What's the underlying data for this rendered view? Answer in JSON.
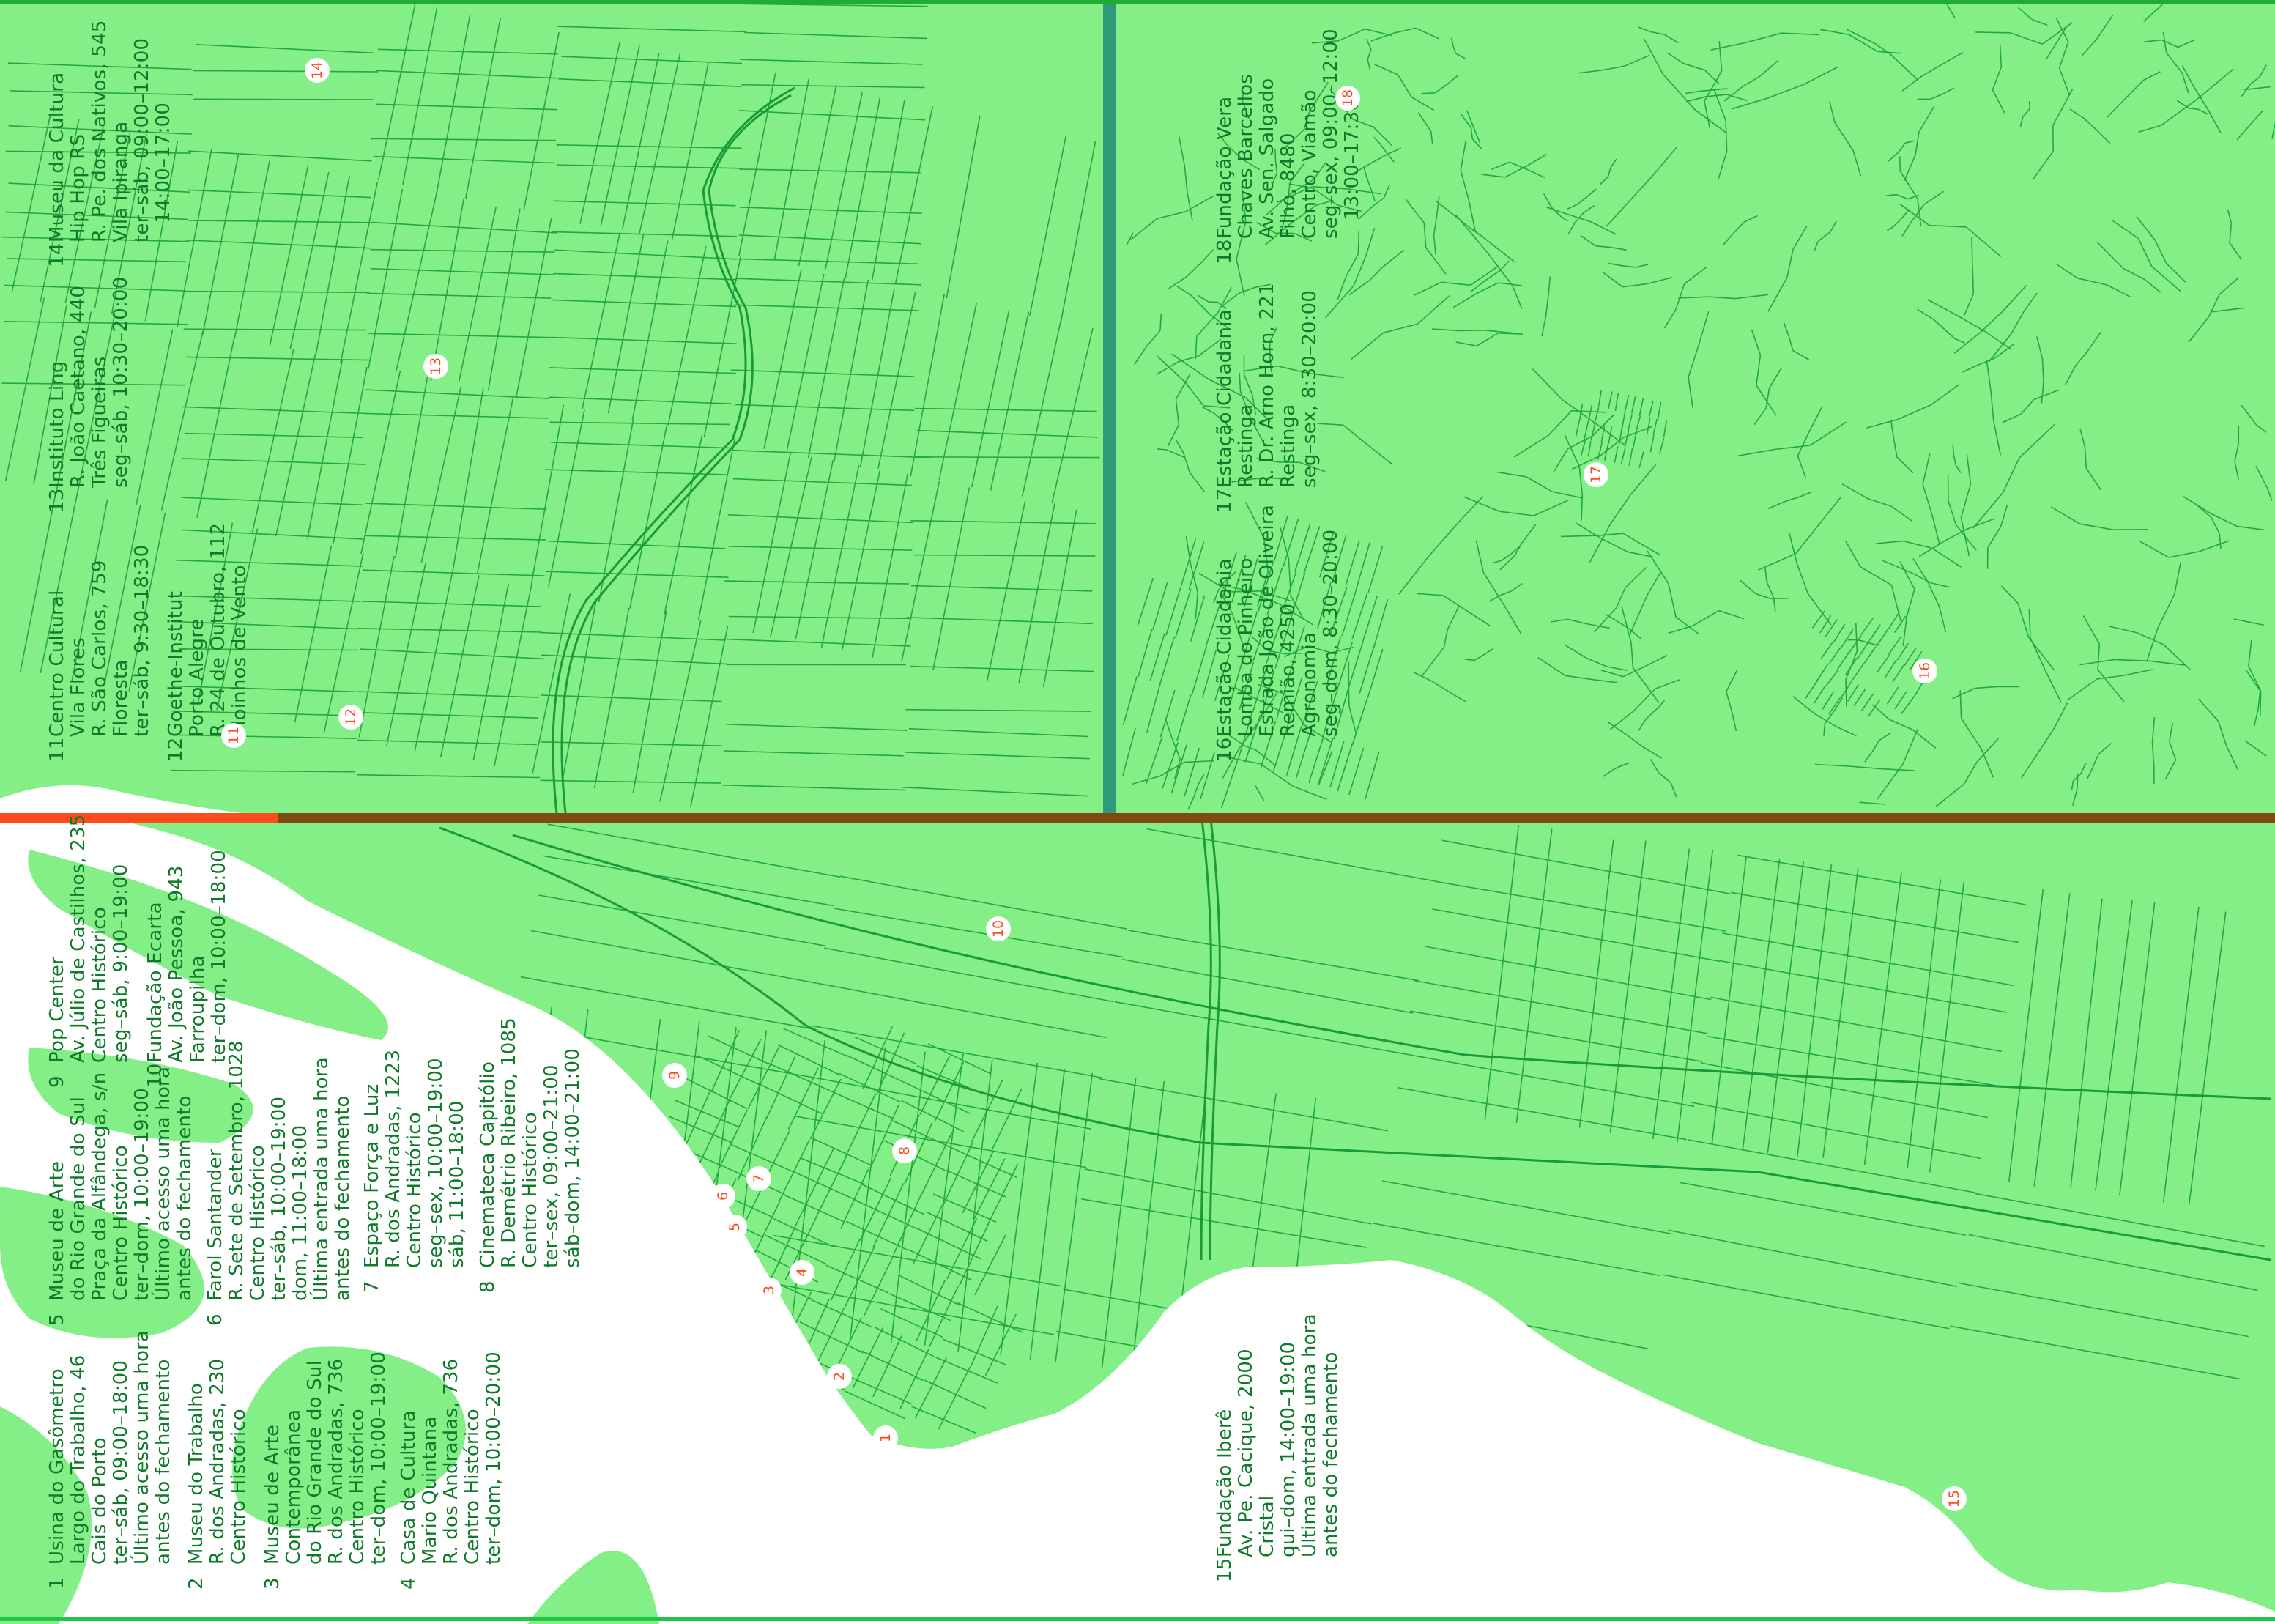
{
  "colors": {
    "land": "#84ef87",
    "water": "#ffffff",
    "streets": "#19a03a",
    "text": "#0f7a2a",
    "marker_text": "#ff4a1c",
    "marker_bg": "#ffffff",
    "band_horizontal": "#7e4a12",
    "band_horizontal_accent": "#ff4a1c",
    "band_vertical": "#2e9a7a",
    "frame": "#22aa33"
  },
  "markers": [
    "1",
    "2",
    "3",
    "4",
    "5",
    "6",
    "7",
    "8",
    "9",
    "10",
    "11",
    "12",
    "13",
    "14",
    "15",
    "16",
    "17",
    "18"
  ],
  "venues": [
    {
      "n": "1",
      "lines": [
        "Usina do Gasômetro",
        "Largo do Trabalho, 46",
        "Cais do Porto",
        "ter–sáb, 09:00–18:00",
        "Último acesso uma hora",
        "antes do fechamento"
      ]
    },
    {
      "n": "2",
      "lines": [
        "Museu do Trabalho",
        "R. dos Andradas, 230",
        "Centro Histórico"
      ]
    },
    {
      "n": "3",
      "lines": [
        "Museu de Arte",
        "Contemporânea",
        "do Rio Grande do Sul",
        "R. dos Andradas, 736",
        "Centro Histórico",
        "ter–dom, 10:00–19:00"
      ]
    },
    {
      "n": "4",
      "lines": [
        "Casa de Cultura",
        "Mario Quintana",
        "R. dos Andradas, 736",
        "Centro Histórico",
        "ter–dom, 10:00–20:00"
      ]
    },
    {
      "n": "5",
      "lines": [
        "Museu de Arte",
        "do Rio Grande do Sul",
        "Praça da Alfândega, s/n",
        "Centro Histórico",
        "ter–dom, 10:00–19:00",
        "Último acesso uma hora",
        "antes do fechamento"
      ]
    },
    {
      "n": "6",
      "lines": [
        "Farol Santander",
        "R. Sete de Setembro, 1028",
        "Centro Histórico",
        "ter–sáb, 10:00–19:00",
        "dom, 11:00–18:00",
        "Última entrada uma hora",
        "antes do fechamento"
      ]
    },
    {
      "n": "7",
      "lines": [
        "Espaço Força e Luz",
        "R. dos Andradas, 1223",
        "Centro Histórico",
        "seg–sex, 10:00–19:00",
        "sáb, 11:00–18:00"
      ]
    },
    {
      "n": "8",
      "lines": [
        "Cinemateca Capitólio",
        "R. Demétrio Ribeiro, 1085",
        "Centro Histórico",
        "ter–sex, 09:00–21:00",
        "sáb–dom, 14:00–21:00"
      ]
    },
    {
      "n": "9",
      "lines": [
        "Pop Center",
        "Av. Júlio de Castilhos, 235",
        "Centro Histórico",
        "seg–sáb, 9:00–19:00"
      ]
    },
    {
      "n": "10",
      "lines": [
        "Fundação Ecarta",
        "Av. João Pessoa, 943",
        "Farroupilha",
        "ter–dom, 10:00–18:00"
      ]
    },
    {
      "n": "11",
      "lines": [
        "Centro Cultural",
        "Vila Flores",
        "R. São Carlos, 759",
        "Floresta",
        "ter–sáb, 9:30–18:30"
      ]
    },
    {
      "n": "12",
      "lines": [
        "Goethe-Institut",
        "Porto Alegre",
        "R. 24 de Outubro, 112",
        "Moinhos de Vento"
      ]
    },
    {
      "n": "13",
      "lines": [
        "Instituto Ling",
        "R. João Caetano, 440",
        "Três Figueiras",
        "seg–sáb, 10:30–20:00"
      ]
    },
    {
      "n": "14",
      "lines": [
        "Museu da Cultura",
        "Hip Hop RS",
        "R. Pe. dos Nativos, 545",
        "Vila Ipiranga",
        "ter–sáb, 09:00–12:00",
        "14:00–17:00"
      ]
    },
    {
      "n": "15",
      "lines": [
        "Fundação Iberê",
        "Av. Pe. Cacique, 2000",
        "Cristal",
        "qui–dom, 14:00–19:00",
        "Última entrada uma hora",
        "antes do fechamento"
      ]
    },
    {
      "n": "16",
      "lines": [
        "Estação Cidadania",
        "Lomba do Pinheiro",
        "Estrada João de Oliveira",
        "Remião, 4250",
        "Agronomia",
        "seg–dom, 8:30–20:00"
      ]
    },
    {
      "n": "17",
      "lines": [
        "Estação Cidadania",
        "Restinga",
        "R. Dr. Arno Horn, 221",
        "Restinga",
        "seg–sex, 8:30–20:00"
      ]
    },
    {
      "n": "18",
      "lines": [
        "Fundação Vera",
        "Chaves Barcellos",
        "Av. Sen. Salgado",
        "Filho, 8480",
        "Centro, Viamão",
        "seg–sex, 09:00–12:00",
        "13:00–17:30"
      ]
    }
  ]
}
